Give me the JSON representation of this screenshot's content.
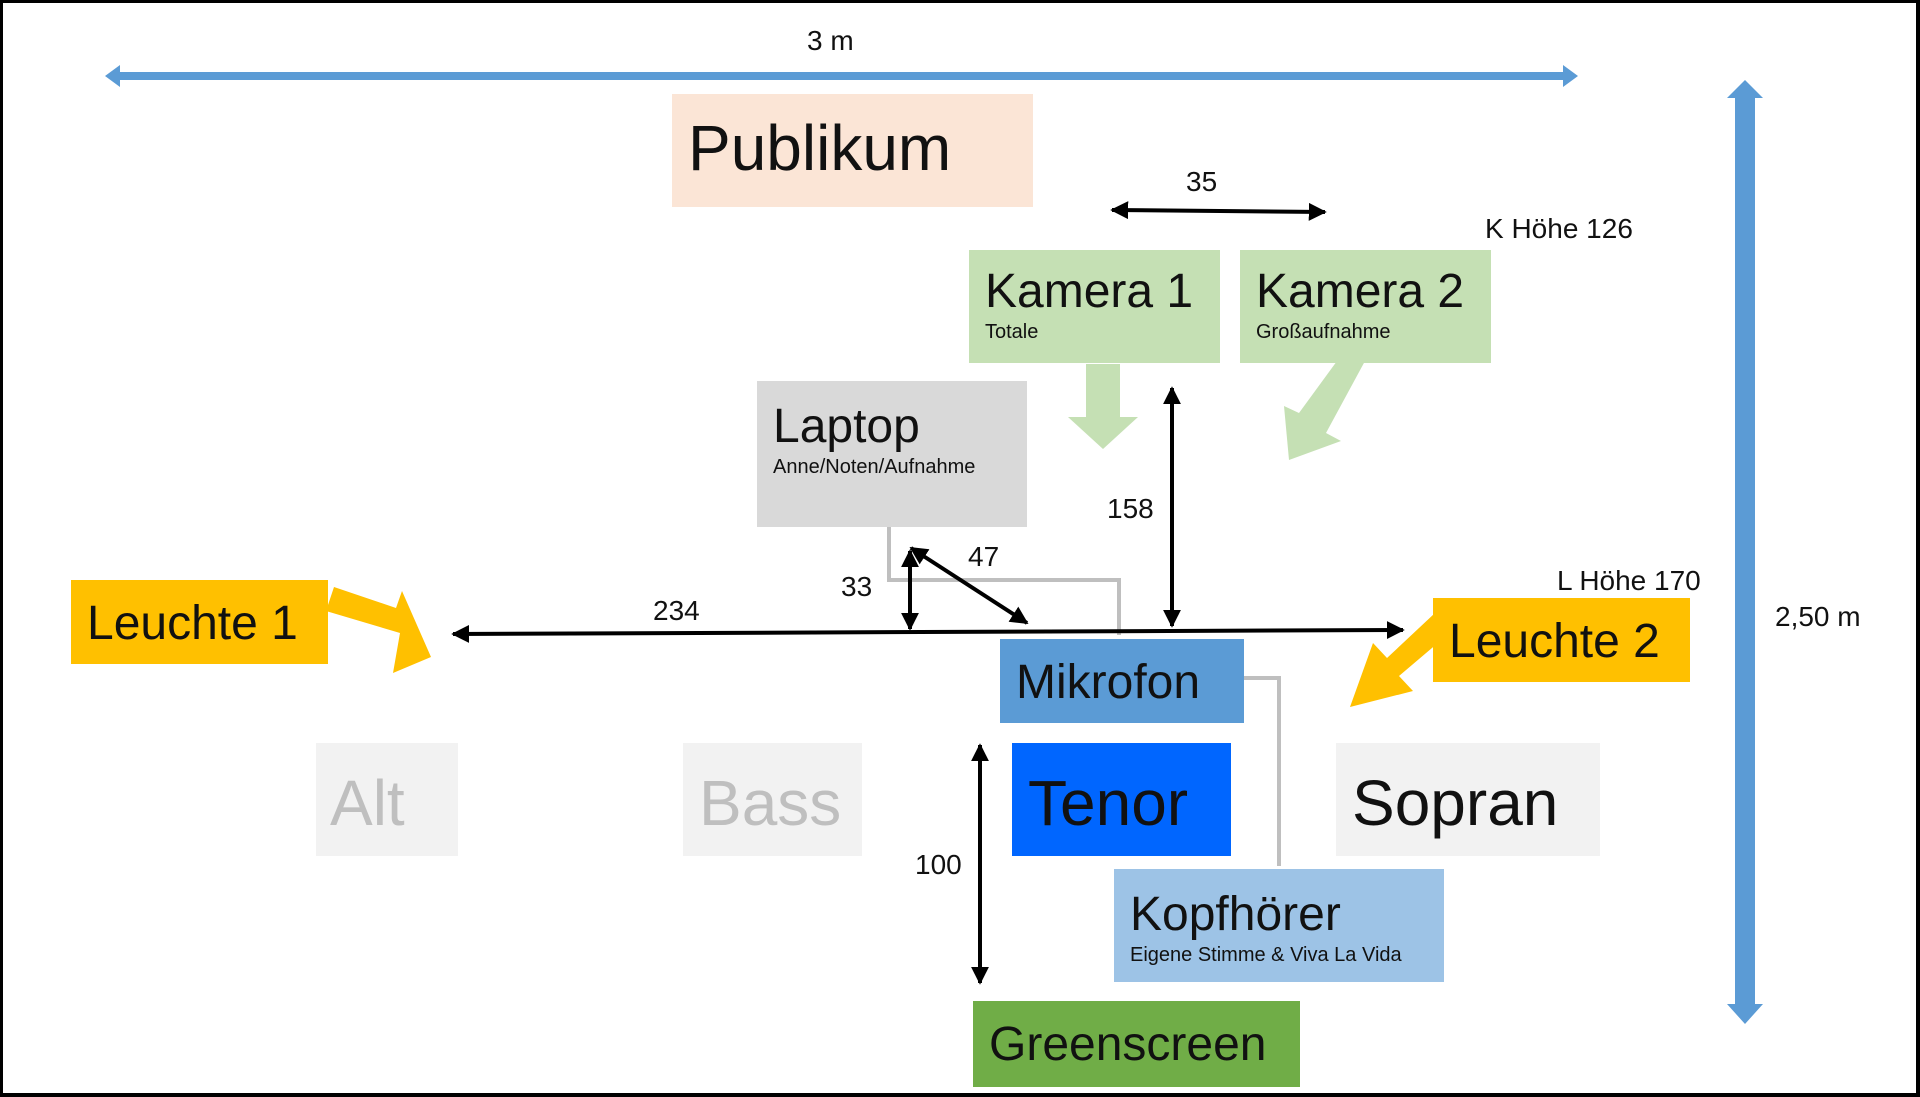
{
  "colors": {
    "blue_dimension": "#5b9bd5",
    "camera_green": "#c5e0b4",
    "light_orange": "#ffc000",
    "audience_peach": "#fbe5d6",
    "laptop_gray": "#d9d9d9",
    "mic_blue": "#5b9bd5",
    "tenor_blue": "#0066ff",
    "headphone_blue": "#9dc3e6",
    "greenscreen_green": "#70ad47",
    "voice_bg": "#f2f2f2",
    "voice_text_dim": "#bfbfbf",
    "connector_gray": "#bfbfbf"
  },
  "dimensions": {
    "width": "3 m",
    "height": "2,50 m",
    "camera_gap": "35",
    "camera_to_mic": "158",
    "light_span": "234",
    "laptop_to_line": "33",
    "laptop_to_mic": "47",
    "mic_to_greenscreen": "100",
    "camera_height": "K Höhe 126",
    "light_height": "L Höhe 170"
  },
  "elements": {
    "audience": {
      "label": "Publikum"
    },
    "camera1": {
      "label": "Kamera 1",
      "sublabel": "Totale"
    },
    "camera2": {
      "label": "Kamera 2",
      "sublabel": "Großaufnahme"
    },
    "laptop": {
      "label": "Laptop",
      "sublabel": "Anne/Noten/Aufnahme"
    },
    "light1": {
      "label": "Leuchte 1"
    },
    "light2": {
      "label": "Leuchte 2"
    },
    "microphone": {
      "label": "Mikrofon"
    },
    "alto": {
      "label": "Alt"
    },
    "bass": {
      "label": "Bass"
    },
    "tenor": {
      "label": "Tenor"
    },
    "soprano": {
      "label": "Sopran"
    },
    "headphones": {
      "label": "Kopfhörer",
      "sublabel": "Eigene Stimme & Viva La Vida"
    },
    "greenscreen": {
      "label": "Greenscreen"
    }
  }
}
